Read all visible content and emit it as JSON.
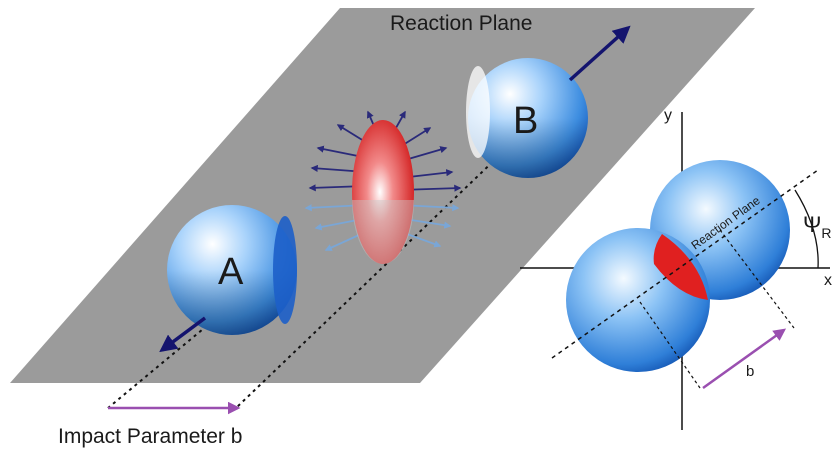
{
  "labels": {
    "reaction_plane": "Reaction Plane",
    "impact_parameter": "Impact Parameter b",
    "nucleus_a": "A",
    "nucleus_b": "B",
    "axis_y": "y",
    "axis_x": "x",
    "reaction_plane_small": "Reaction Plane",
    "b": "b",
    "psi": "Ψ",
    "psi_sub": "R"
  },
  "colors": {
    "plane": "#9b9b9b",
    "nucleus_light": "#ffffff",
    "nucleus_mid": "#7ab8f0",
    "nucleus_dark": "#1f6fcf",
    "overlap": "#e02020",
    "arrow": "#14146e",
    "flow_dark": "#2a2a7a",
    "flow_light": "#7aa6d6",
    "b_arrow": "#9a4fb0",
    "line": "#111111"
  },
  "icons": [
    "arrow-icon"
  ]
}
